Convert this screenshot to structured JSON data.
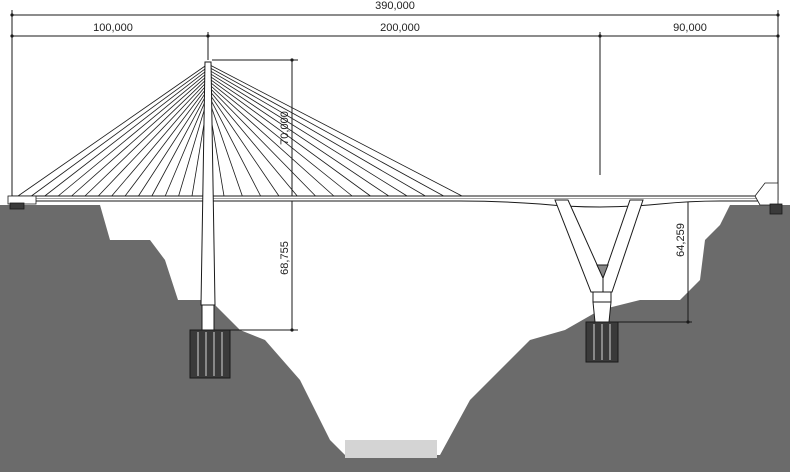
{
  "dimensions": {
    "total_span": "390,000",
    "left_span": "100,000",
    "main_span": "200,000",
    "right_span": "90,000",
    "tower_above_deck": "70,000",
    "tower_below_deck": "68,755",
    "pier_height": "64,259"
  },
  "colors": {
    "terrain": "#6b6b6b",
    "line": "#1a1a1a",
    "water": "#d4d4d4",
    "foundation": "#3a3a3a"
  },
  "cable_count_per_side": 14
}
